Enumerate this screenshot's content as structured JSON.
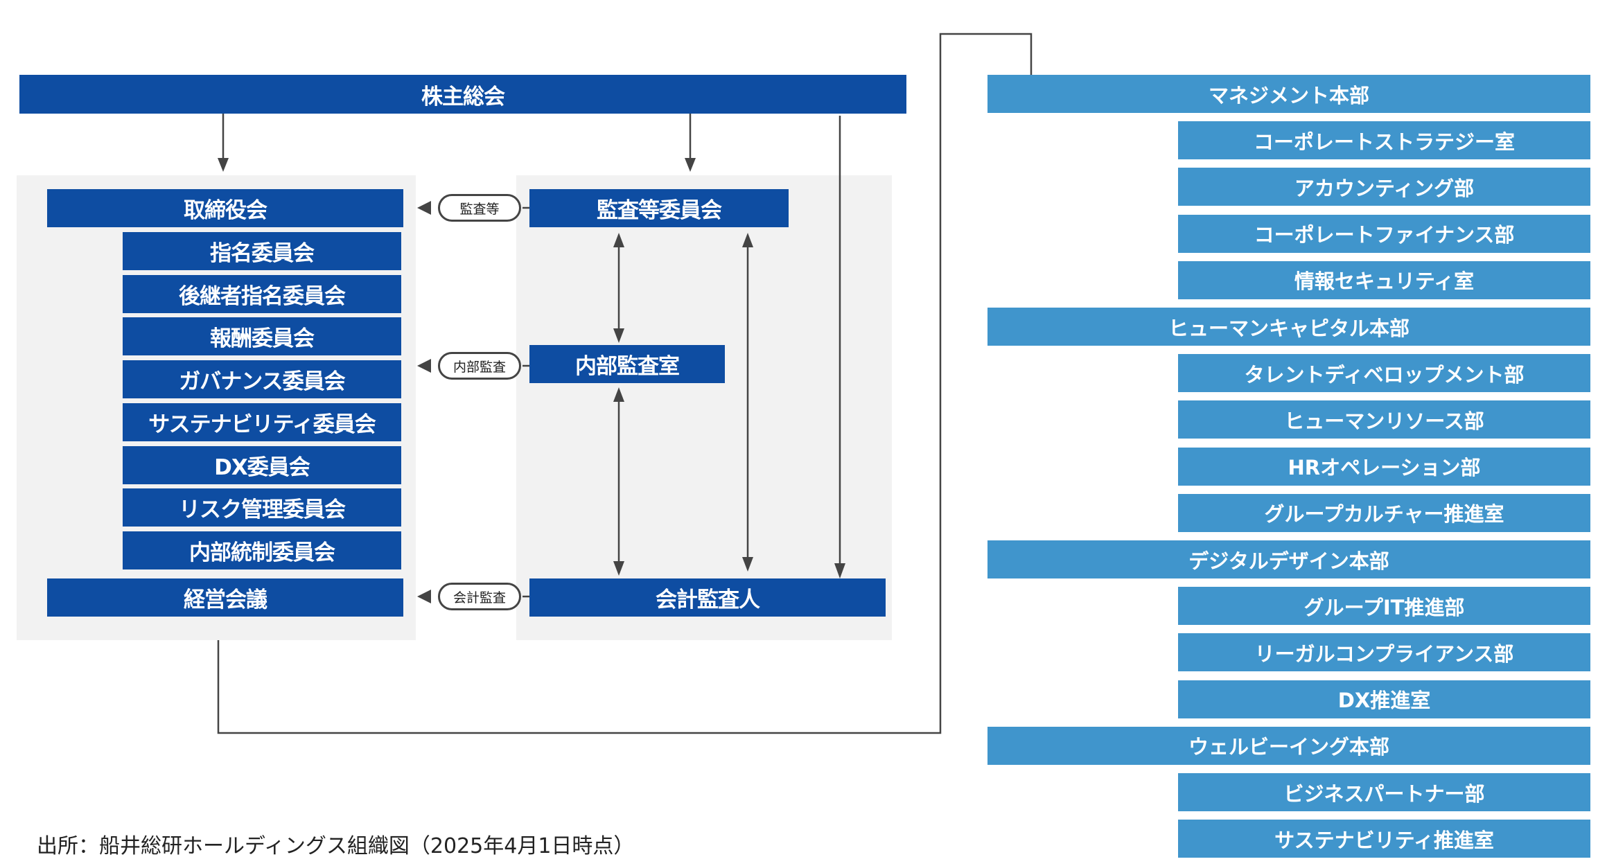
{
  "colors": {
    "governance": "#0e4da2",
    "executive": "#4095cc",
    "panel": "#f2f2f2"
  },
  "shareholders_meeting": "株主総会",
  "board": {
    "title": "取締役会",
    "committees": [
      "指名委員会",
      "後継者指名委員会",
      "報酬委員会",
      "ガバナンス委員会",
      "サステナビリティ委員会",
      "DX委員会",
      "リスク管理委員会",
      "内部統制委員会"
    ],
    "management_meeting": "経営会議"
  },
  "audit": {
    "audit_committee": "監査等委員会",
    "internal_audit_office": "内部監査室",
    "accounting_auditor": "会計監査人"
  },
  "relations": {
    "audit_etc": "監査等",
    "internal_audit": "内部監査",
    "accounting_audit": "会計監査"
  },
  "divisions": [
    {
      "name": "マネジメント本部",
      "units": [
        "コーポレートストラテジー室",
        "アカウンティング部",
        "コーポレートファイナンス部",
        "情報セキュリティ室"
      ]
    },
    {
      "name": "ヒューマンキャピタル本部",
      "units": [
        "タレントディベロップメント部",
        "ヒューマンリソース部",
        "HRオペレーション部",
        "グループカルチャー推進室"
      ]
    },
    {
      "name": "デジタルデザイン本部",
      "units": [
        "グループIT推進部",
        "リーガルコンプライアンス部",
        "DX推進室"
      ]
    },
    {
      "name": "ウェルビーイング本部",
      "units": [
        "ビジネスパートナー部",
        "サステナビリティ推進室"
      ]
    }
  ],
  "source": "出所：船井総研ホールディングス組織図（2025年4月1日時点）"
}
